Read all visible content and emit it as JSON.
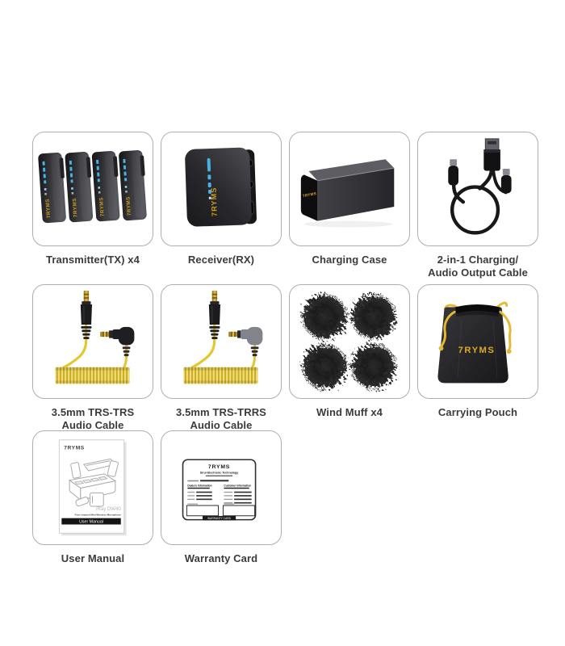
{
  "brand": {
    "name": "7RYMS",
    "accent_yellow": "#d9a928",
    "led_blue": "#47b2e5"
  },
  "items": [
    {
      "label": "Transmitter(TX) x4",
      "label2": ""
    },
    {
      "label": "Receiver(RX)",
      "label2": ""
    },
    {
      "label": "Charging Case",
      "label2": ""
    },
    {
      "label": "2-in-1 Charging/",
      "label2": "Audio Output Cable"
    },
    {
      "label": "3.5mm TRS-TRS",
      "label2": "Audio Cable"
    },
    {
      "label": "3.5mm TRS-TRRS",
      "label2": "Audio Cable"
    },
    {
      "label": "Wind Muff x4",
      "label2": ""
    },
    {
      "label": "Carrying Pouch",
      "label2": ""
    },
    {
      "label": "User Manual",
      "label2": ""
    },
    {
      "label": "Warranty Card",
      "label2": ""
    }
  ],
  "device_text": {
    "transmitter_logo": "7RYMS",
    "receiver_logo": "7RYMS",
    "case_logo": "7RYMS",
    "pouch_logo": "7RYMS"
  },
  "manual": {
    "logo": "7RYMS",
    "product_name": "iRay DW40",
    "subtitle": "Four-channel Mini Wireless Microphone",
    "banner": "User Manual"
  },
  "warranty": {
    "logo": "7RYMS",
    "company": "Sirui Electronic Technology",
    "dealers_header": "Dealers Information",
    "customer_header": "Customer Information",
    "banner": "WARRANTY CARD"
  }
}
